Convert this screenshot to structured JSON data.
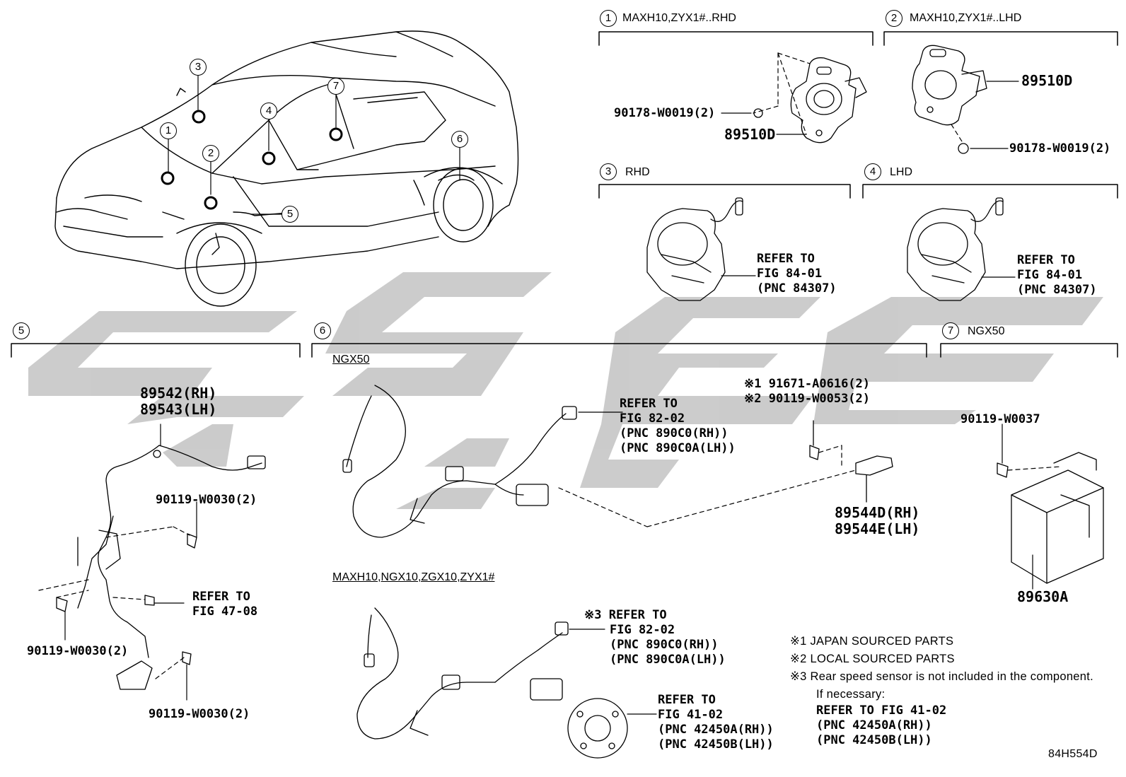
{
  "sections": {
    "s1": {
      "num": "1",
      "title": "MAXH10,ZYX1#..RHD"
    },
    "s2": {
      "num": "2",
      "title": "MAXH10,ZYX1#..LHD"
    },
    "s3": {
      "num": "3",
      "title": "RHD"
    },
    "s4": {
      "num": "4",
      "title": "LHD"
    },
    "s5": {
      "num": "5",
      "title": ""
    },
    "s6": {
      "num": "6",
      "title": ""
    },
    "s7": {
      "num": "7",
      "title": "NGX50"
    }
  },
  "car_callouts": [
    "1",
    "2",
    "3",
    "4",
    "5",
    "6",
    "7"
  ],
  "labels": {
    "s1_bolt": "90178-W0019(2)",
    "s1_part": "89510D",
    "s2_part": "89510D",
    "s2_bolt": "90178-W0019(2)",
    "s3_ref": [
      "REFER TO",
      "FIG 84-01",
      "(PNC 84307)"
    ],
    "s4_ref": [
      "REFER TO",
      "FIG 84-01",
      "(PNC 84307)"
    ],
    "s5_part": [
      "89542(RH)",
      "89543(LH)"
    ],
    "s5_bolt_a": "90119-W0030(2)",
    "s5_ref": [
      "REFER TO",
      "FIG 47-08"
    ],
    "s5_bolt_b": "90119-W0030(2)",
    "s5_bolt_c": "90119-W0030(2)",
    "s6_ngx50": "NGX50",
    "s6_ref_a": [
      "REFER TO",
      "FIG 82-02",
      "(PNC 890C0(RH))",
      "(PNC 890C0A(LH))"
    ],
    "s6_bolt": [
      "※1 91671-A0616(2)",
      "※2 90119-W0053(2)"
    ],
    "s6_sensor": [
      "89544D(RH)",
      "89544E(LH)"
    ],
    "s6_maxh": "MAXH10,NGX10,ZGX10,ZYX1#",
    "s6_ref_b": [
      "※3 REFER TO",
      "FIG 82-02",
      "(PNC 890C0(RH))",
      "(PNC 890C0A(LH))"
    ],
    "s6_ref_c": [
      "REFER TO",
      "FIG 41-02",
      "(PNC 42450A(RH))",
      "(PNC 42450B(LH))"
    ],
    "s7_bolt": "90119-W0037",
    "s7_part": "89630A"
  },
  "notes": {
    "n1": "※1  JAPAN SOURCED PARTS",
    "n2": "※2  LOCAL SOURCED PARTS",
    "n3": "※3  Rear speed sensor is not included in the component.",
    "n4": "If necessary:",
    "n5": "REFER TO FIG 41-02",
    "n6": "(PNC 42450A(RH))",
    "n7": "(PNC 42450B(LH))"
  },
  "figure_id": "84H554D"
}
